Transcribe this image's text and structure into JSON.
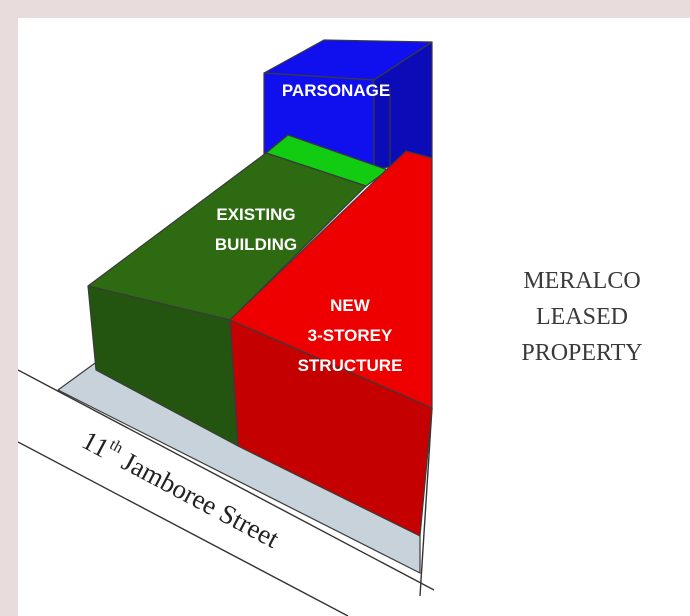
{
  "diagram": {
    "blocks": {
      "parsonage": {
        "label": "PARSONAGE"
      },
      "existing_building": {
        "lines": [
          "EXISTING",
          "BUILDING"
        ]
      },
      "new_structure": {
        "lines": [
          "NEW",
          "3-STOREY",
          "STRUCTURE"
        ]
      }
    },
    "side_property": {
      "lines": [
        "MERALCO",
        "LEASED",
        "PROPERTY"
      ]
    },
    "street": {
      "number": "11",
      "ordinal": "th",
      "name": " Jamboree Street"
    }
  },
  "colors": {
    "page_border": "#e8dcdc",
    "blue": "#1010ee",
    "blue_dark": "#0b0bb8",
    "green_top": "#11cc11",
    "green_front": "#2e6a12",
    "green_dark": "#245510",
    "red": "#ee0000",
    "red_dark": "#c40000",
    "footprint": "#c8d2da"
  }
}
